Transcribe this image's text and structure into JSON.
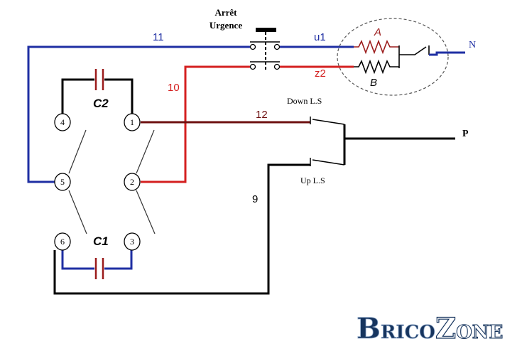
{
  "title": {
    "line1": "Arrêt",
    "line2": "Urgence"
  },
  "wires": {
    "w11": "11",
    "w10": "10",
    "w12": "12",
    "w9": "9",
    "u1": "u1",
    "z2": "z2"
  },
  "terminals": {
    "t1": "1",
    "t2": "2",
    "t3": "3",
    "t4": "4",
    "t5": "5",
    "t6": "6"
  },
  "capacitors": {
    "c1": "C1",
    "c2": "C2"
  },
  "coils": {
    "a": "A",
    "b": "B"
  },
  "switches": {
    "down": "Down L.S",
    "up": "Up L.S"
  },
  "supply": {
    "neutral": "N",
    "phase": "P"
  },
  "logo": {
    "part1_initial": "B",
    "part1_rest": "RICO",
    "part2_initial": "Z",
    "part2_rest": "ONE"
  },
  "colors": {
    "blue": "#1f2fa3",
    "red": "#d42020",
    "dark_red": "#6e1010",
    "black": "#000000",
    "cap_red": "#9b1b1b"
  }
}
